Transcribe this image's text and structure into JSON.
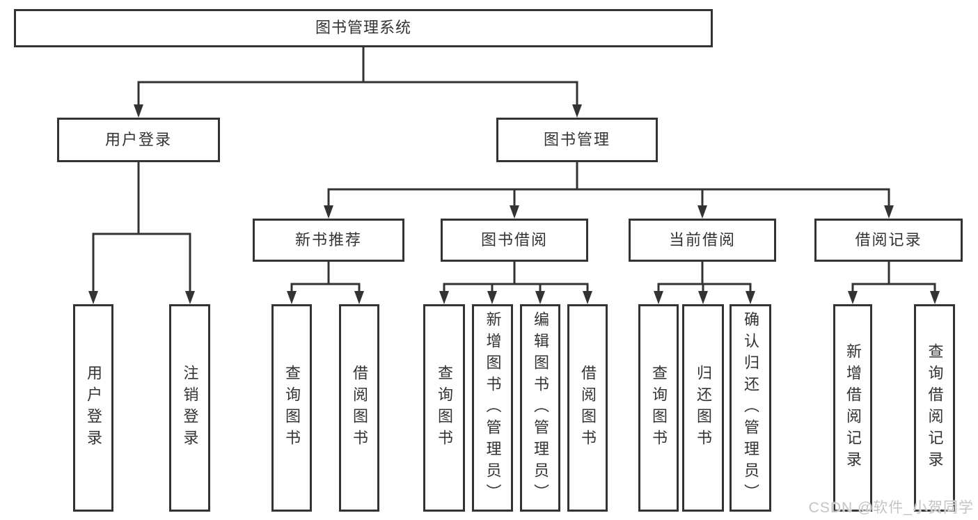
{
  "tree": {
    "root": {
      "label": "图书管理系统"
    },
    "children": [
      {
        "label": "用户登录",
        "children": [
          {
            "label": "用户登录"
          },
          {
            "label": "注销登录"
          }
        ]
      },
      {
        "label": "图书管理",
        "children": [
          {
            "label": "新书推荐",
            "children": [
              {
                "label": "查询图书"
              },
              {
                "label": "借阅图书"
              }
            ]
          },
          {
            "label": "图书借阅",
            "children": [
              {
                "label": "查询图书"
              },
              {
                "label": "新增图书（管理员）"
              },
              {
                "label": "编辑图书（管理员）"
              },
              {
                "label": "借阅图书"
              }
            ]
          },
          {
            "label": "当前借阅",
            "children": [
              {
                "label": "查询图书"
              },
              {
                "label": "归还图书"
              },
              {
                "label": "确认归还（管理员）"
              }
            ]
          },
          {
            "label": "借阅记录",
            "children": [
              {
                "label": "新增借阅记录"
              },
              {
                "label": "查询借阅记录"
              }
            ]
          }
        ]
      }
    ]
  },
  "watermark": "CSDN @软件_小贺同学",
  "colors": {
    "line": "#333333",
    "box_border": "#333333",
    "text": "#333333",
    "background": "#ffffff",
    "watermark": "#c4c4c4"
  }
}
